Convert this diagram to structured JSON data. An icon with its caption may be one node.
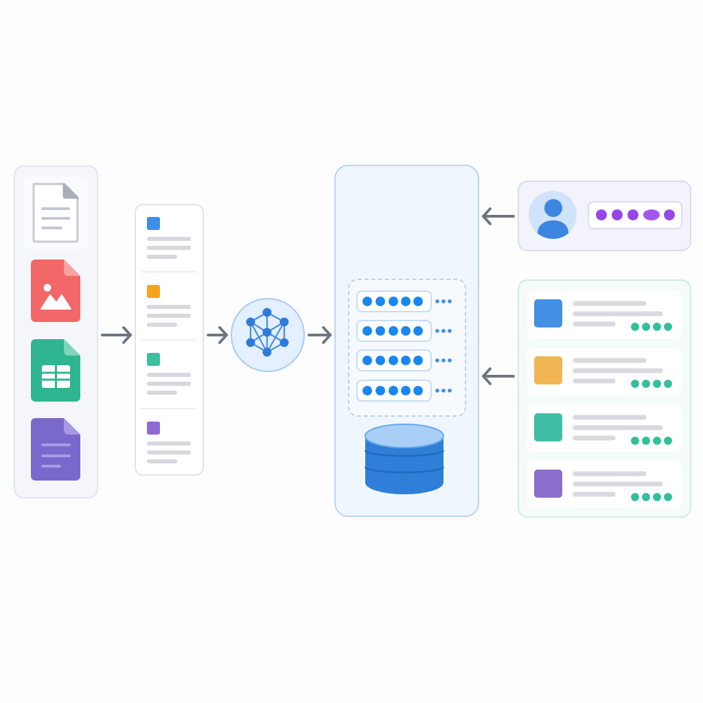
{
  "diagram": {
    "nodes": [
      {
        "text": [],
        "shape": "box"
      },
      {
        "text": [],
        "shape": "box"
      },
      {
        "text": [],
        "shape": "circle"
      },
      {
        "text": [],
        "shape": "box"
      },
      {
        "text": [],
        "shape": "box",
        "in": 3
      },
      {
        "text": [],
        "shape": "cylinder",
        "in": 3
      },
      {
        "text": [],
        "shape": "box"
      },
      {
        "text": [],
        "shape": "box"
      }
    ],
    "edges": [
      {
        "from": 0,
        "to": 1,
        "arrow": "to"
      },
      {
        "from": 1,
        "to": 2,
        "arrow": "to"
      },
      {
        "from": 2,
        "to": 3,
        "arrow": "to"
      },
      {
        "from": 6,
        "to": 3,
        "arrow": "to"
      },
      {
        "from": 7,
        "to": 3,
        "arrow": "to"
      }
    ]
  }
}
